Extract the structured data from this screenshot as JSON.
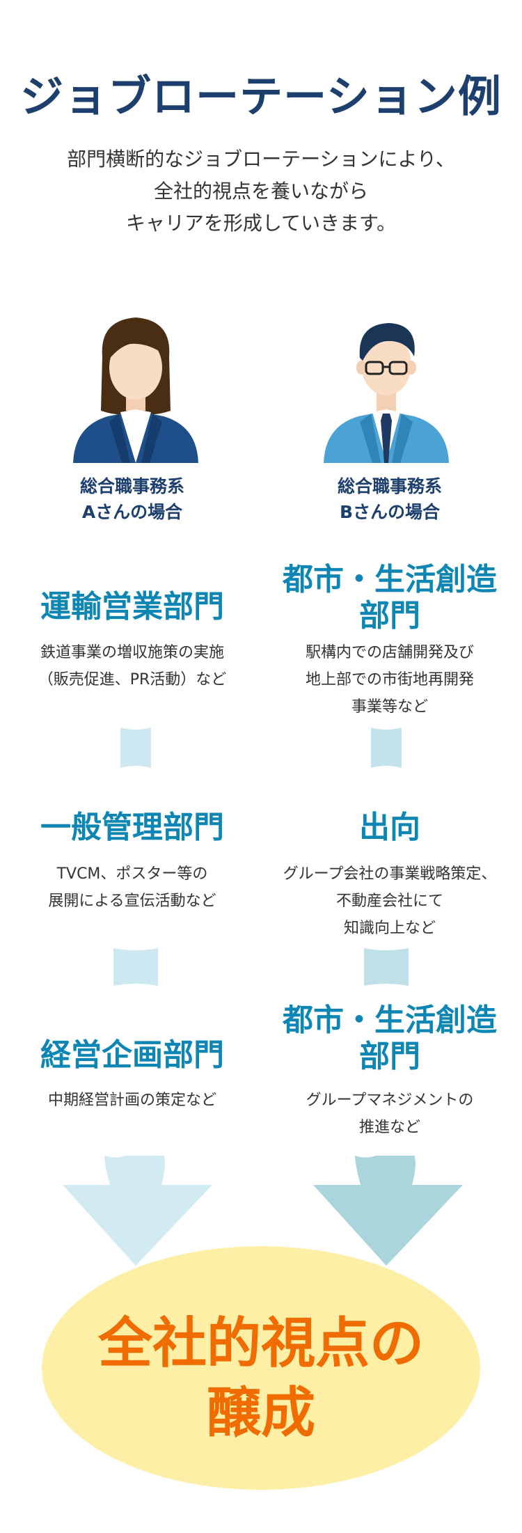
{
  "title": "ジョブローテーション例",
  "intro": {
    "line1": "部門横断的なジョブローテーションにより、",
    "line2": "全社的視点を養いながら",
    "line3": "キャリアを形成していきます。"
  },
  "person_a": {
    "label_line1": "総合職事務系",
    "label_line2": "Aさんの場合",
    "steps": [
      {
        "dept_line1": "運輸営業部門",
        "dept_line2": "",
        "desc_line1": "鉄道事業の増収施策の実施",
        "desc_line2": "（販売促進、PR活動）など",
        "desc_line3": ""
      },
      {
        "dept_line1": "一般管理部門",
        "dept_line2": "",
        "desc_line1": "TVCM、ポスター等の",
        "desc_line2": "展開による宣伝活動など",
        "desc_line3": ""
      },
      {
        "dept_line1": "経営企画部門",
        "dept_line2": "",
        "desc_line1": "中期経営計画の策定など",
        "desc_line2": "",
        "desc_line3": ""
      }
    ]
  },
  "person_b": {
    "label_line1": "総合職事務系",
    "label_line2": "Bさんの場合",
    "steps": [
      {
        "dept_line1": "都市・生活創造",
        "dept_line2": "部門",
        "desc_line1": "駅構内での店舗開発及び",
        "desc_line2": "地上部での市街地再開発",
        "desc_line3": "事業等など"
      },
      {
        "dept_line1": "出向",
        "dept_line2": "",
        "desc_line1": "グループ会社の事業戦略策定、",
        "desc_line2": "不動産会社にて",
        "desc_line3": "知識向上など"
      },
      {
        "dept_line1": "都市・生活創造",
        "dept_line2": "部門",
        "desc_line1": "グループマネジメントの",
        "desc_line2": "推進など",
        "desc_line3": ""
      }
    ]
  },
  "outcome": {
    "line1": "全社的視点の",
    "line2": "醸成"
  },
  "colors": {
    "title": "#1d3f6e",
    "dept": "#0e86b3",
    "outcome_text": "#f06c00",
    "outcome_bg": "#fdf0a6",
    "arrow_left": "#cde8f0",
    "arrow_right": "#a6d3da"
  },
  "icons": {
    "person_a": "woman-avatar-icon",
    "person_b": "man-avatar-icon"
  }
}
